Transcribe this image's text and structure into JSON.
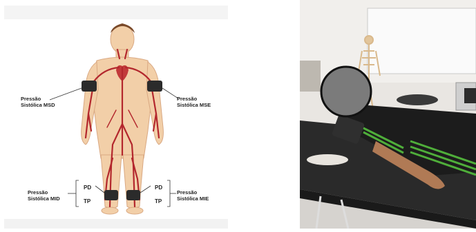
{
  "figure": {
    "left_panel": {
      "labels": {
        "msd": {
          "line1": "Pressão",
          "line2": "Sistólica MSD"
        },
        "mse": {
          "line1": "Pressão",
          "line2": "Sistólica MSE"
        },
        "mid": {
          "line1": "Pressão",
          "line2": "Sistólica MID"
        },
        "mie": {
          "line1": "Pressão",
          "line2": "Sistólica MIE"
        }
      },
      "ankle_sites_right": {
        "top": "PD",
        "bottom": "TP"
      },
      "ankle_sites_left": {
        "top": "PD",
        "bottom": "TP"
      },
      "colors": {
        "skin": "#f2cfa8",
        "artery": "#b3272d",
        "cuff": "#2b2b2b",
        "hair": "#7a4a2a"
      }
    },
    "right_panel": {
      "description_icons": [
        "skeleton-model",
        "stretcher",
        "blood-pressure-cuff",
        "face-blur-circle"
      ],
      "colors": {
        "uniform": "#1c1c1c",
        "stripes": "#4fae3a",
        "blur": "#7b7b7b"
      }
    }
  }
}
